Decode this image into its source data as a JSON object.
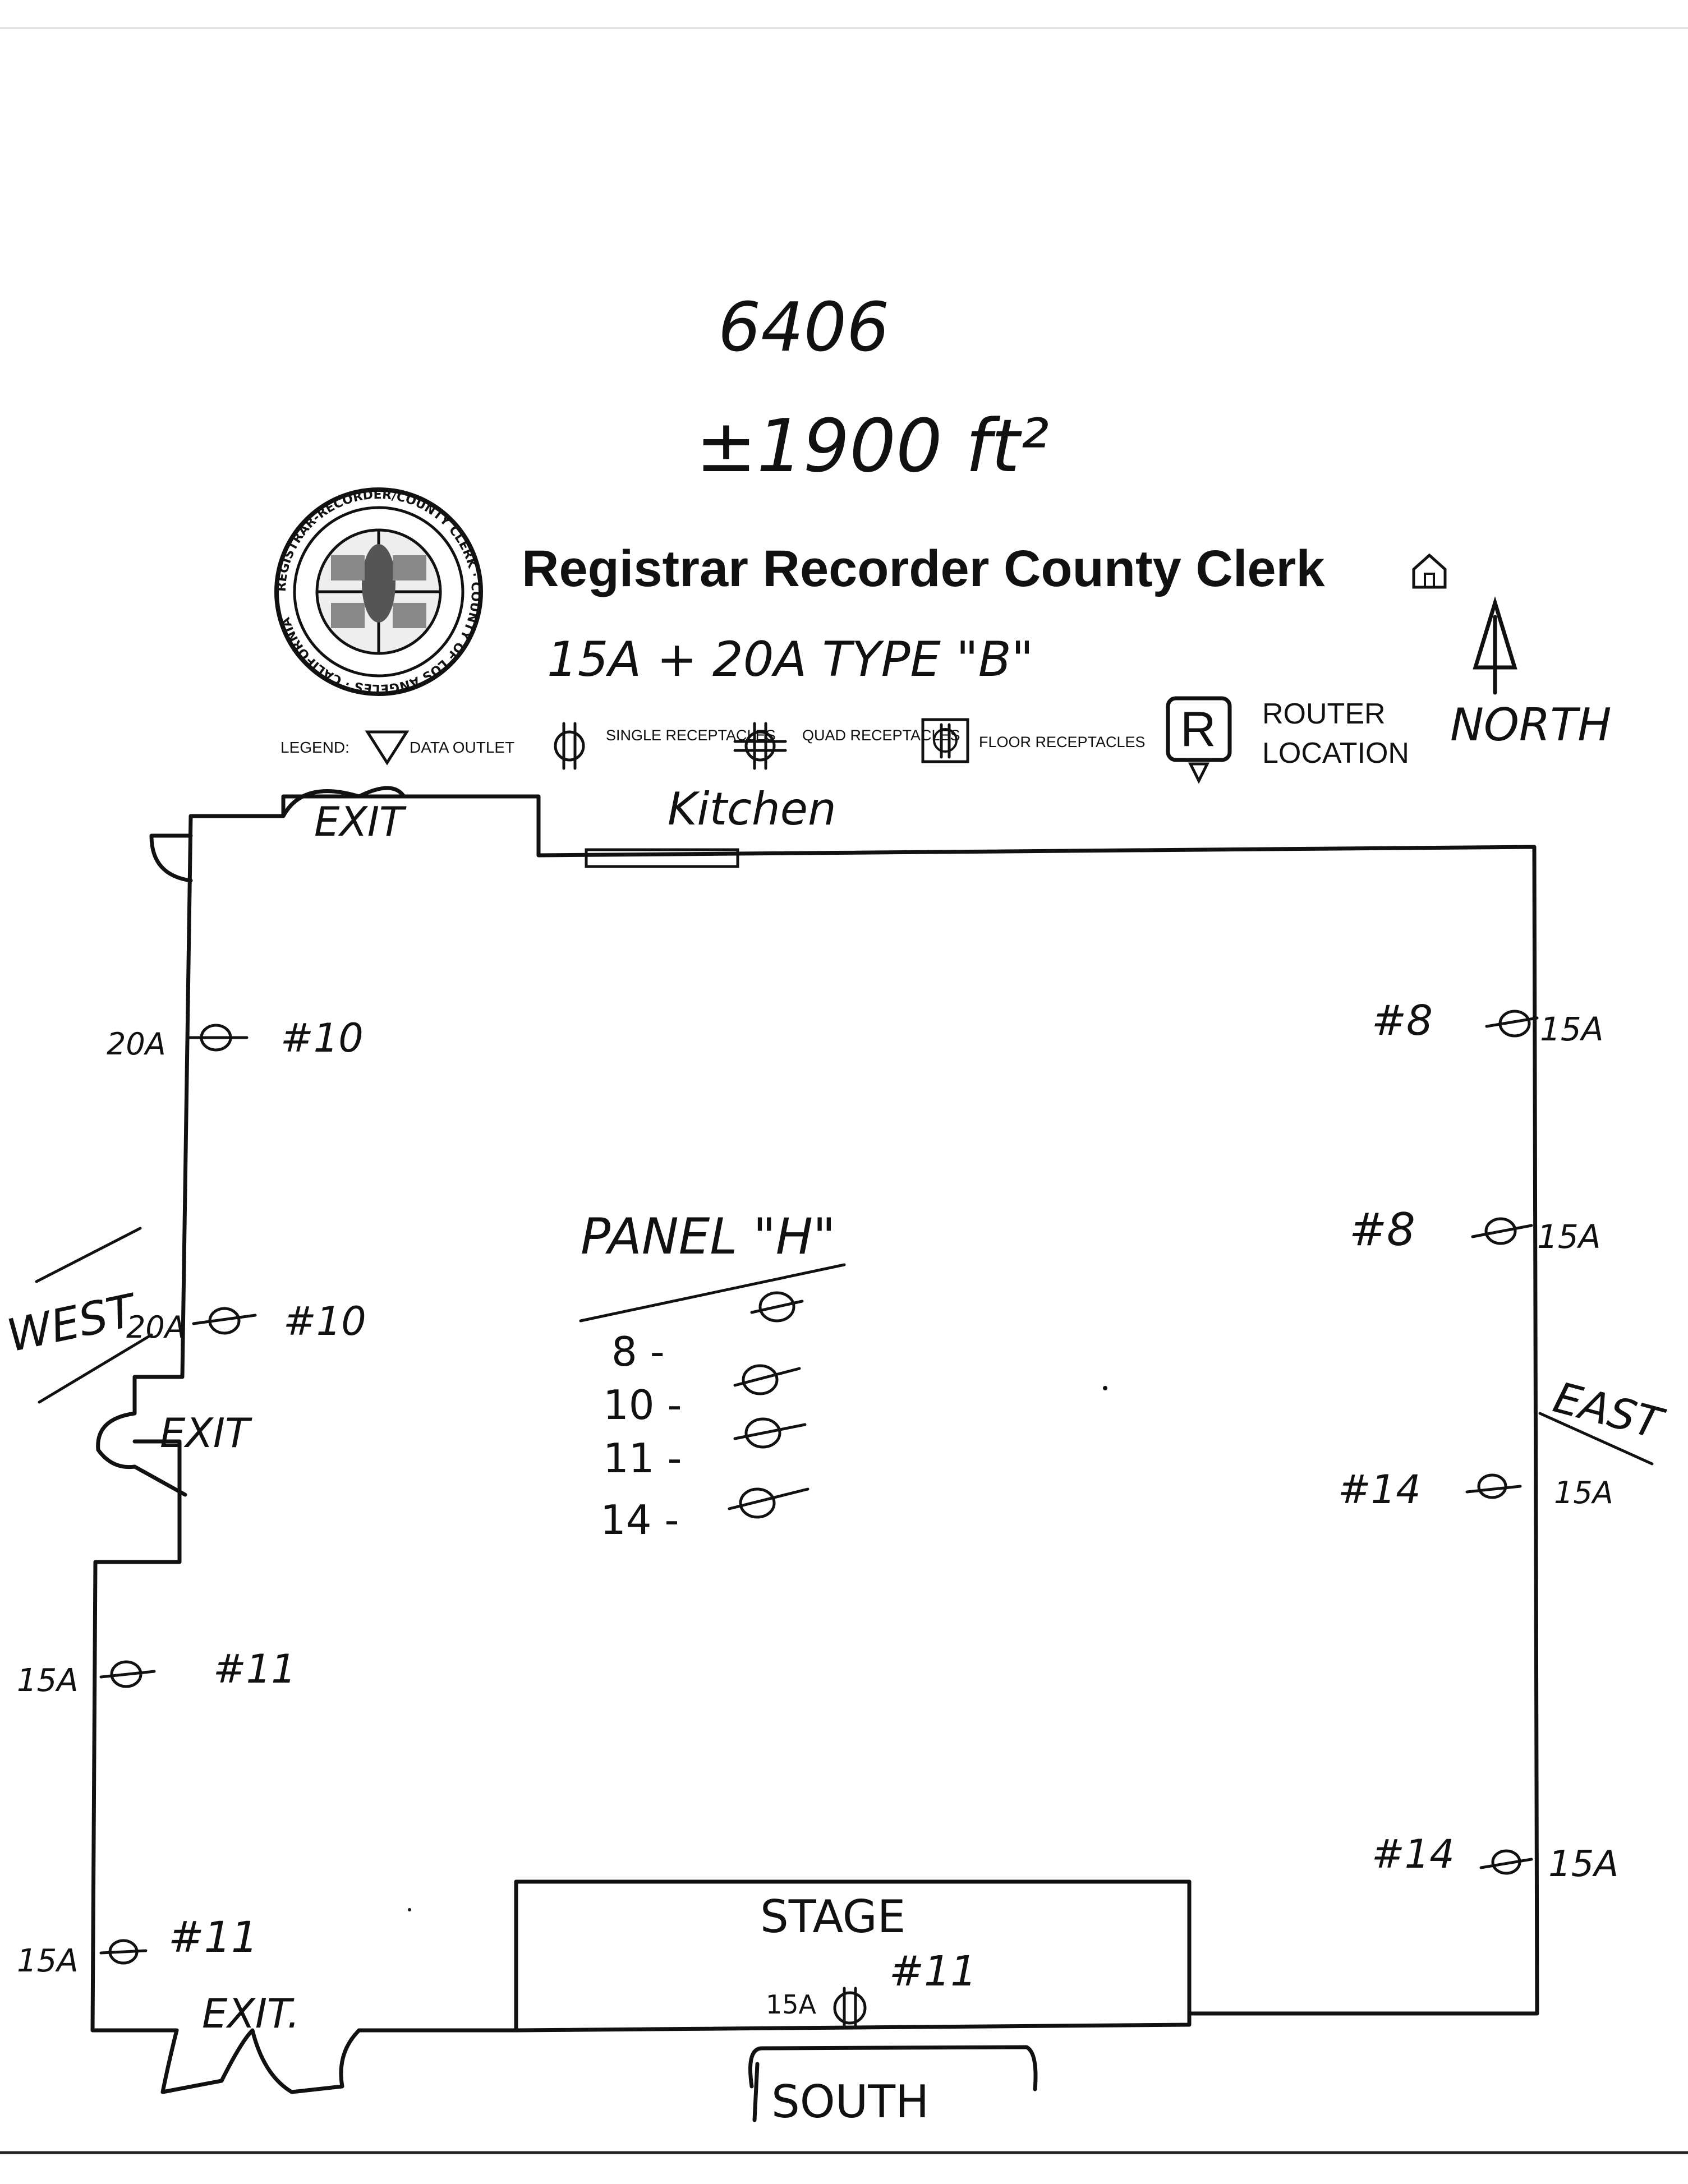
{
  "header": {
    "handwritten_number": "6406",
    "handwritten_area": "±1900 ft²",
    "title": "Registrar Recorder County Clerk",
    "home_icon": "home-icon",
    "seal_icon": "county-seal-logo",
    "seal_ring_text": "REGISTRAR-RECORDER/COUNTY CLERK · COUNTY OF LOS ANGELES · CALIFORNIA",
    "receptacle_type": "15A + 20A TYPE \"B\""
  },
  "legend": {
    "label": "LEGEND:",
    "items": [
      {
        "icon": "data-outlet-triangle-icon",
        "label": "DATA OUTLET"
      },
      {
        "icon": "single-receptacle-icon",
        "label": "SINGLE RECEPTACLES"
      },
      {
        "icon": "quad-receptacle-icon",
        "label": "QUAD RECEPTACLES"
      },
      {
        "icon": "floor-receptacle-icon",
        "label": "FLOOR RECEPTACLES"
      },
      {
        "icon": "router-icon",
        "label_1": "ROUTER",
        "label_2": "LOCATION"
      }
    ],
    "router_glyph": "R"
  },
  "compass": {
    "north": "NORTH",
    "west": "WEST",
    "east": "EAST",
    "south": "SOUTH"
  },
  "rooms": {
    "kitchen": "Kitchen",
    "stage": "STAGE",
    "exit_top": "EXIT",
    "exit_west": "EXIT",
    "exit_bottom": "EXIT."
  },
  "panel": {
    "title": "PANEL \"H\"",
    "rows": [
      {
        "circuit": "8 -"
      },
      {
        "circuit": "10 -"
      },
      {
        "circuit": "11 -"
      },
      {
        "circuit": "14 -"
      }
    ]
  },
  "receptacles": {
    "west_1": {
      "amps": "20A",
      "circuit": "#10"
    },
    "west_2": {
      "amps": "20A",
      "circuit": "#10"
    },
    "west_3": {
      "amps": "15A",
      "circuit": "#11"
    },
    "west_4": {
      "amps": "15A",
      "circuit": "#11"
    },
    "east_1": {
      "amps": "15A",
      "circuit": "#8"
    },
    "east_2": {
      "amps": "15A",
      "circuit": "#8"
    },
    "east_3": {
      "amps": "15A",
      "circuit": "#14"
    },
    "east_4": {
      "amps": "15A",
      "circuit": "#14"
    },
    "stage": {
      "amps": "15A",
      "circuit": "#11"
    }
  }
}
